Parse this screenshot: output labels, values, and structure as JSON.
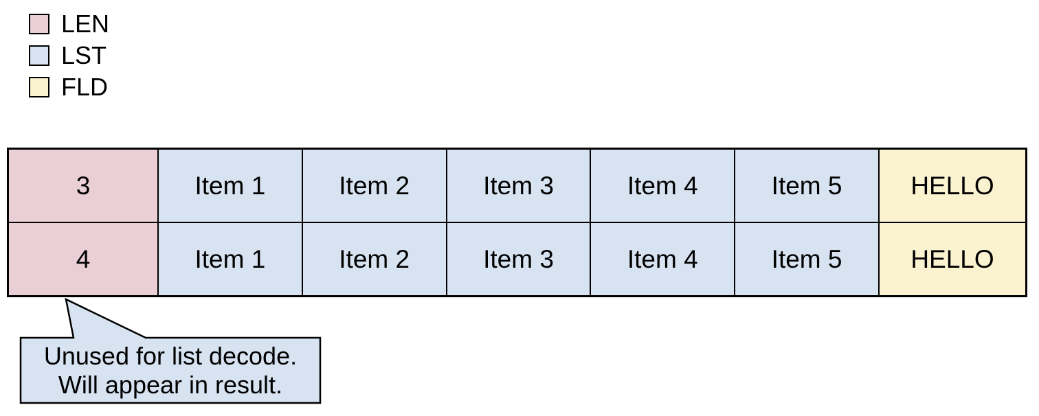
{
  "colors": {
    "len": "#eacfd7",
    "lst": "#d7e3f1",
    "fld": "#fbf2d0",
    "border": "#000000",
    "background": "#ffffff"
  },
  "legend": {
    "items": [
      {
        "label": "LEN"
      },
      {
        "label": "LST"
      },
      {
        "label": "FLD"
      }
    ]
  },
  "table": {
    "rows": [
      {
        "cells": [
          {
            "text": "3"
          },
          {
            "text": "Item 1"
          },
          {
            "text": "Item 2"
          },
          {
            "text": "Item 3"
          },
          {
            "text": "Item 4"
          },
          {
            "text": "Item 5"
          },
          {
            "text": "HELLO"
          }
        ]
      },
      {
        "cells": [
          {
            "text": "4"
          },
          {
            "text": "Item 1"
          },
          {
            "text": "Item 2"
          },
          {
            "text": "Item 3"
          },
          {
            "text": "Item 4"
          },
          {
            "text": "Item 5"
          },
          {
            "text": "HELLO"
          }
        ]
      }
    ]
  },
  "callout": {
    "line1": "Unused for list decode.",
    "line2": "Will appear in result."
  }
}
